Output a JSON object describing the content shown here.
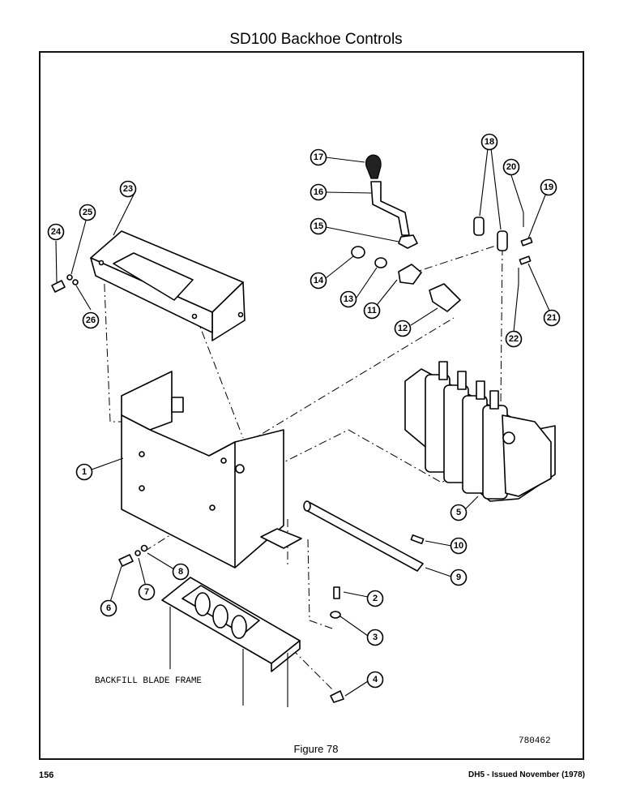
{
  "page": {
    "title": "SD100 Backhoe Controls",
    "figure_caption": "Figure 78",
    "drawing_number": "780462",
    "page_number": "156",
    "issue_info": "DH5 - Issued November (1978)"
  },
  "diagram": {
    "frame_label": "BACKFILL BLADE FRAME",
    "callouts": [
      "1",
      "2",
      "3",
      "4",
      "5",
      "6",
      "7",
      "8",
      "9",
      "10",
      "11",
      "12",
      "13",
      "14",
      "15",
      "16",
      "17",
      "18",
      "19",
      "20",
      "21",
      "22",
      "23",
      "24",
      "25",
      "26"
    ]
  }
}
